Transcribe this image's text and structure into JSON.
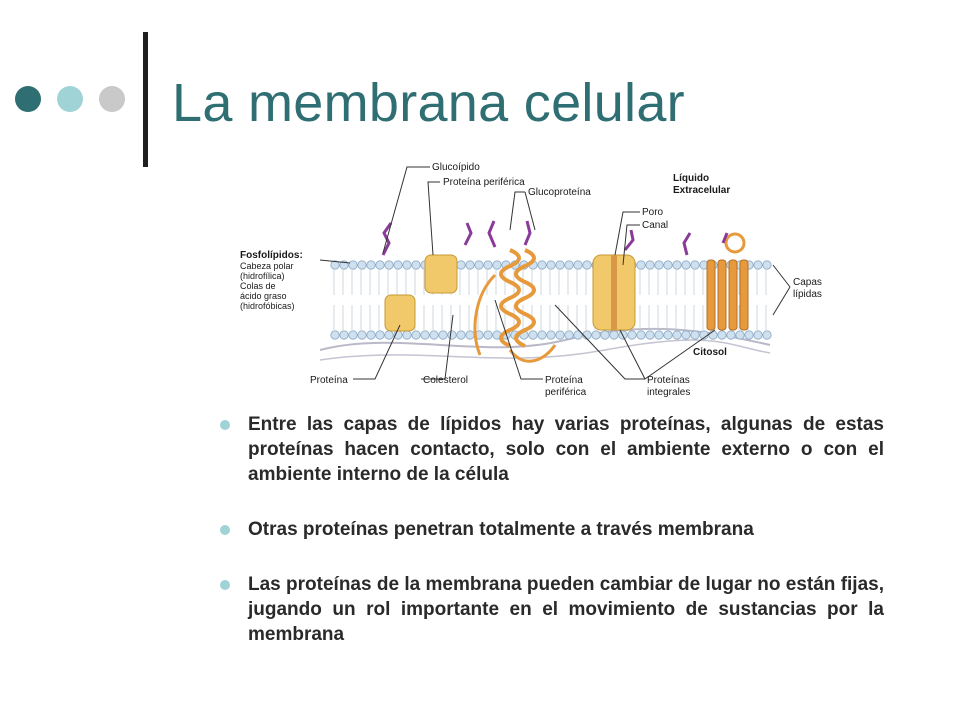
{
  "slide": {
    "title": "La membrana celular",
    "accent_colors": {
      "title": "#2f6e72",
      "dot_dark": "#2f6e72",
      "dot_mid": "#9fd3d6",
      "dot_light": "#c9c9c9"
    }
  },
  "diagram": {
    "labels": {
      "glucolipido": "Glucoípido",
      "proteina_periferica_top": "Proteína periférica",
      "glucoproteina": "Glucoproteína",
      "liquido": "Líquido",
      "extracelular": "Extracelular",
      "poro": "Poro",
      "canal": "Canal",
      "fosfolipidos": "Fosfolípidos:",
      "cabeza_polar": "Cabeza polar",
      "hidrofilica": "(hidrofílica)",
      "colas_de": "Colas de",
      "acido_graso": "ácido graso",
      "hidrofobicas": "(hidrofóbicas)",
      "capas": "Capas",
      "lipidas": "lípidas",
      "citosol": "Citosol",
      "proteina": "Proteína",
      "colesterol": "Colesterol",
      "proteina_periferica_bottom_1": "Proteína",
      "proteina_periferica_bottom_2": "periférica",
      "proteinas_integrales_1": "Proteínas",
      "proteinas_integrales_2": "integrales"
    }
  },
  "bullets": [
    {
      "text": "Entre las capas de lípidos hay varias proteínas, algunas de estas proteínas hacen contacto, solo con el ambiente externo o con el ambiente interno de la célula"
    },
    {
      "text": "Otras proteínas penetran totalmente a través membrana"
    },
    {
      "text": "Las proteínas de la membrana pueden cambiar de lugar no están fijas, jugando un rol importante en el movimiento de sustancias por la membrana"
    }
  ]
}
